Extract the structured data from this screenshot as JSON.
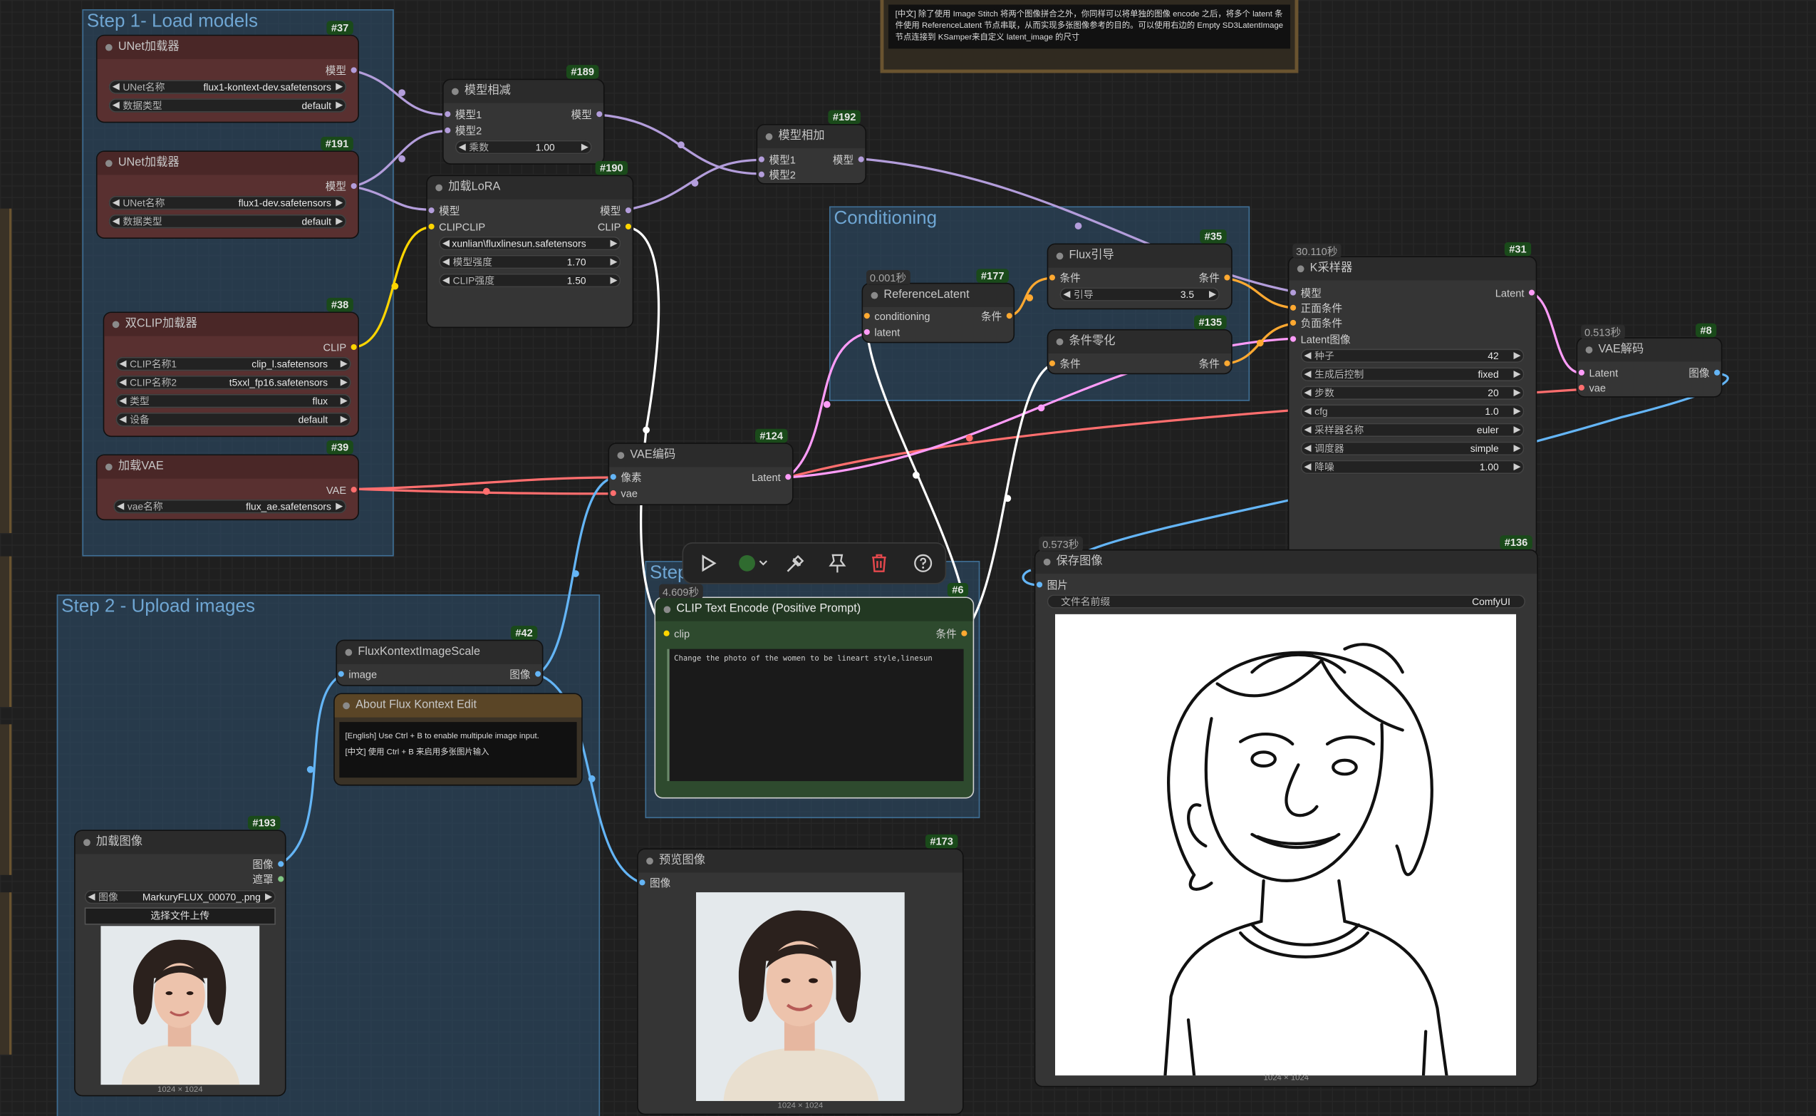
{
  "groups": {
    "step1": "Step 1- Load models",
    "step2": "Step 2 - Upload images",
    "conditioning": "Conditioning",
    "step3": "Step"
  },
  "top_note": {
    "text": "[中文] 除了使用 Image Stitch 将两个图像拼合之外，你同样可以将单独的图像 encode 之后，将多个 latent 条件使用 ReferenceLatent 节点串联，从而实现多张图像参考的目的。可以使用右边的 Empty SD3LatentImage 节点连接到 KSamper来自定义 latent_image 的尺寸"
  },
  "nodes": {
    "n37": {
      "id": "#37",
      "title": "UNet加载器",
      "out": "模型",
      "w1_label": "UNet名称",
      "w1_value": "flux1-kontext-dev.safetensors",
      "w2_label": "数据类型",
      "w2_value": "default"
    },
    "n191": {
      "id": "#191",
      "title": "UNet加载器",
      "out": "模型",
      "w1_label": "UNet名称",
      "w1_value": "flux1-dev.safetensors",
      "w2_label": "数据类型",
      "w2_value": "default"
    },
    "n189": {
      "id": "#189",
      "title": "模型相减",
      "in1": "模型1",
      "in2": "模型2",
      "out": "模型",
      "w1_label": "乘数",
      "w1_value": "1.00"
    },
    "n192": {
      "id": "#192",
      "title": "模型相加",
      "in1": "模型1",
      "in2": "模型2",
      "out": "模型"
    },
    "n190": {
      "id": "#190",
      "title": "加载LoRA",
      "in1": "模型",
      "in2": "CLIPCLIP",
      "out1": "模型",
      "out2": "CLIP",
      "w1_value": "xunlian\\fluxlinesun.safetensors",
      "w2_label": "模型强度",
      "w2_value": "1.70",
      "w3_label": "CLIP强度",
      "w3_value": "1.50"
    },
    "n38": {
      "id": "#38",
      "title": "双CLIP加载器",
      "out": "CLIP",
      "w1_label": "CLIP名称1",
      "w1_value": "clip_l.safetensors",
      "w2_label": "CLIP名称2",
      "w2_value": "t5xxl_fp16.safetensors",
      "w3_label": "类型",
      "w3_value": "flux",
      "w4_label": "设备",
      "w4_value": "default"
    },
    "n39": {
      "id": "#39",
      "title": "加载VAE",
      "out": "VAE",
      "w1_label": "vae名称",
      "w1_value": "flux_ae.safetensors"
    },
    "n177": {
      "id": "#177",
      "time": "0.001秒",
      "title": "ReferenceLatent",
      "in1": "conditioning",
      "in2": "latent",
      "out": "条件"
    },
    "n35": {
      "id": "#35",
      "title": "Flux引导",
      "in1": "条件",
      "out": "条件",
      "w1_label": "引导",
      "w1_value": "3.5"
    },
    "n135": {
      "id": "#135",
      "title": "条件零化",
      "in1": "条件",
      "out": "条件"
    },
    "n31": {
      "id": "#31",
      "time": "30.110秒",
      "title": "K采样器",
      "in1": "模型",
      "in2": "正面条件",
      "in3": "负面条件",
      "in4": "Latent图像",
      "out": "Latent",
      "widgets": [
        {
          "label": "种子",
          "value": "42"
        },
        {
          "label": "生成后控制",
          "value": "fixed"
        },
        {
          "label": "步数",
          "value": "20"
        },
        {
          "label": "cfg",
          "value": "1.0"
        },
        {
          "label": "采样器名称",
          "value": "euler"
        },
        {
          "label": "调度器",
          "value": "simple"
        },
        {
          "label": "降噪",
          "value": "1.00"
        }
      ]
    },
    "n8": {
      "id": "#8",
      "time": "0.513秒",
      "title": "VAE解码",
      "in1": "Latent",
      "in2": "vae",
      "out": "图像"
    },
    "n124": {
      "id": "#124",
      "title": "VAE编码",
      "in1": "像素",
      "in2": "vae",
      "out": "Latent"
    },
    "n6": {
      "id": "#6",
      "time": "4.609秒",
      "title": "CLIP Text Encode (Positive Prompt)",
      "in1": "clip",
      "out": "条件",
      "text": "Change the photo of the women to be lineart style,linesun"
    },
    "n42": {
      "id": "#42",
      "title": "FluxKontextImageScale",
      "in1": "image",
      "out": "图像"
    },
    "about": {
      "title": "About Flux Kontext Edit",
      "line1": "[English] Use Ctrl + B to enable multipule image input.",
      "line2": "[中文] 使用 Ctrl + B 来启用多张图片输入"
    },
    "n193": {
      "id": "#193",
      "title": "加载图像",
      "out1": "图像",
      "out2": "遮罩",
      "w1_label": "图像",
      "w1_value": "MarkuryFLUX_00070_.png",
      "upload": "选择文件上传",
      "dims": "1024 × 1024"
    },
    "n173": {
      "id": "#173",
      "title": "预览图像",
      "in1": "图像",
      "dims": "1024 × 1024"
    },
    "n136": {
      "id": "#136",
      "time": "0.573秒",
      "title": "保存图像",
      "in1": "图片",
      "w1_label": "文件名前缀",
      "w1_value": "ComfyUI",
      "dims": "1024 × 1024"
    }
  },
  "toolbar": {
    "run": "play-icon",
    "color": "color-icon",
    "bypass": "bypass-icon",
    "pin": "pin-icon",
    "delete": "trash-icon",
    "help": "help-icon"
  },
  "colors": {
    "model": "#b39ddb",
    "clip": "#ffd500",
    "vae": "#ff6e6e",
    "latent": "#ff9cf9",
    "conditioning": "#ffa931",
    "image": "#64b5f6",
    "mask": "#81c784"
  }
}
